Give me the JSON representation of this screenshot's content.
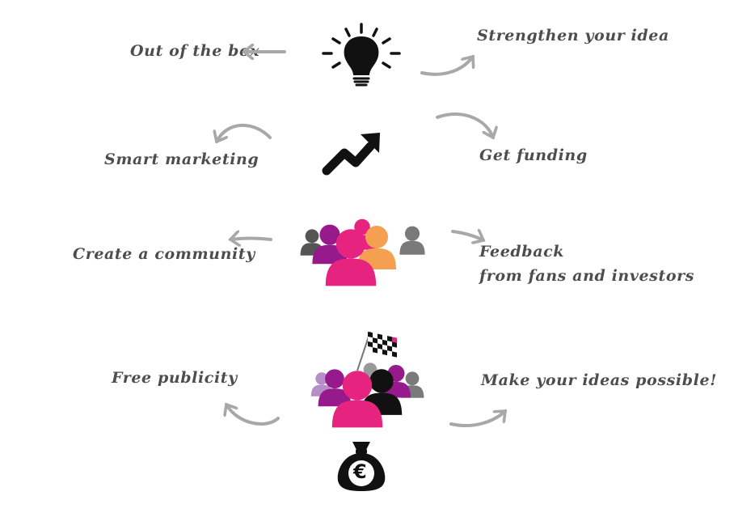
{
  "labels": {
    "out_of_box": "Out of the box",
    "strengthen": "Strengthen your idea",
    "smart_marketing": "Smart marketing",
    "get_funding": "Get funding",
    "create_community": "Create a community",
    "feedback_line1": "Feedback",
    "feedback_line2": "from fans and investors",
    "free_publicity": "Free publicity",
    "make_possible": "Make your ideas possible!"
  },
  "colors": {
    "text": "#4d4d4d",
    "arrow": "#a8a8a8",
    "magenta": "#e6247f",
    "purple": "#961a8c",
    "orange": "#f5a050",
    "dark_gray": "#555555",
    "mid_gray": "#7a7a7a",
    "lilac": "#b48fc8",
    "black": "#111111"
  },
  "icons": [
    "lightbulb-icon",
    "trend-up-arrow-icon",
    "community-people-icon",
    "checkered-flag-icon",
    "crowd-icon",
    "euro-money-bag-icon"
  ],
  "money_symbol": "€"
}
